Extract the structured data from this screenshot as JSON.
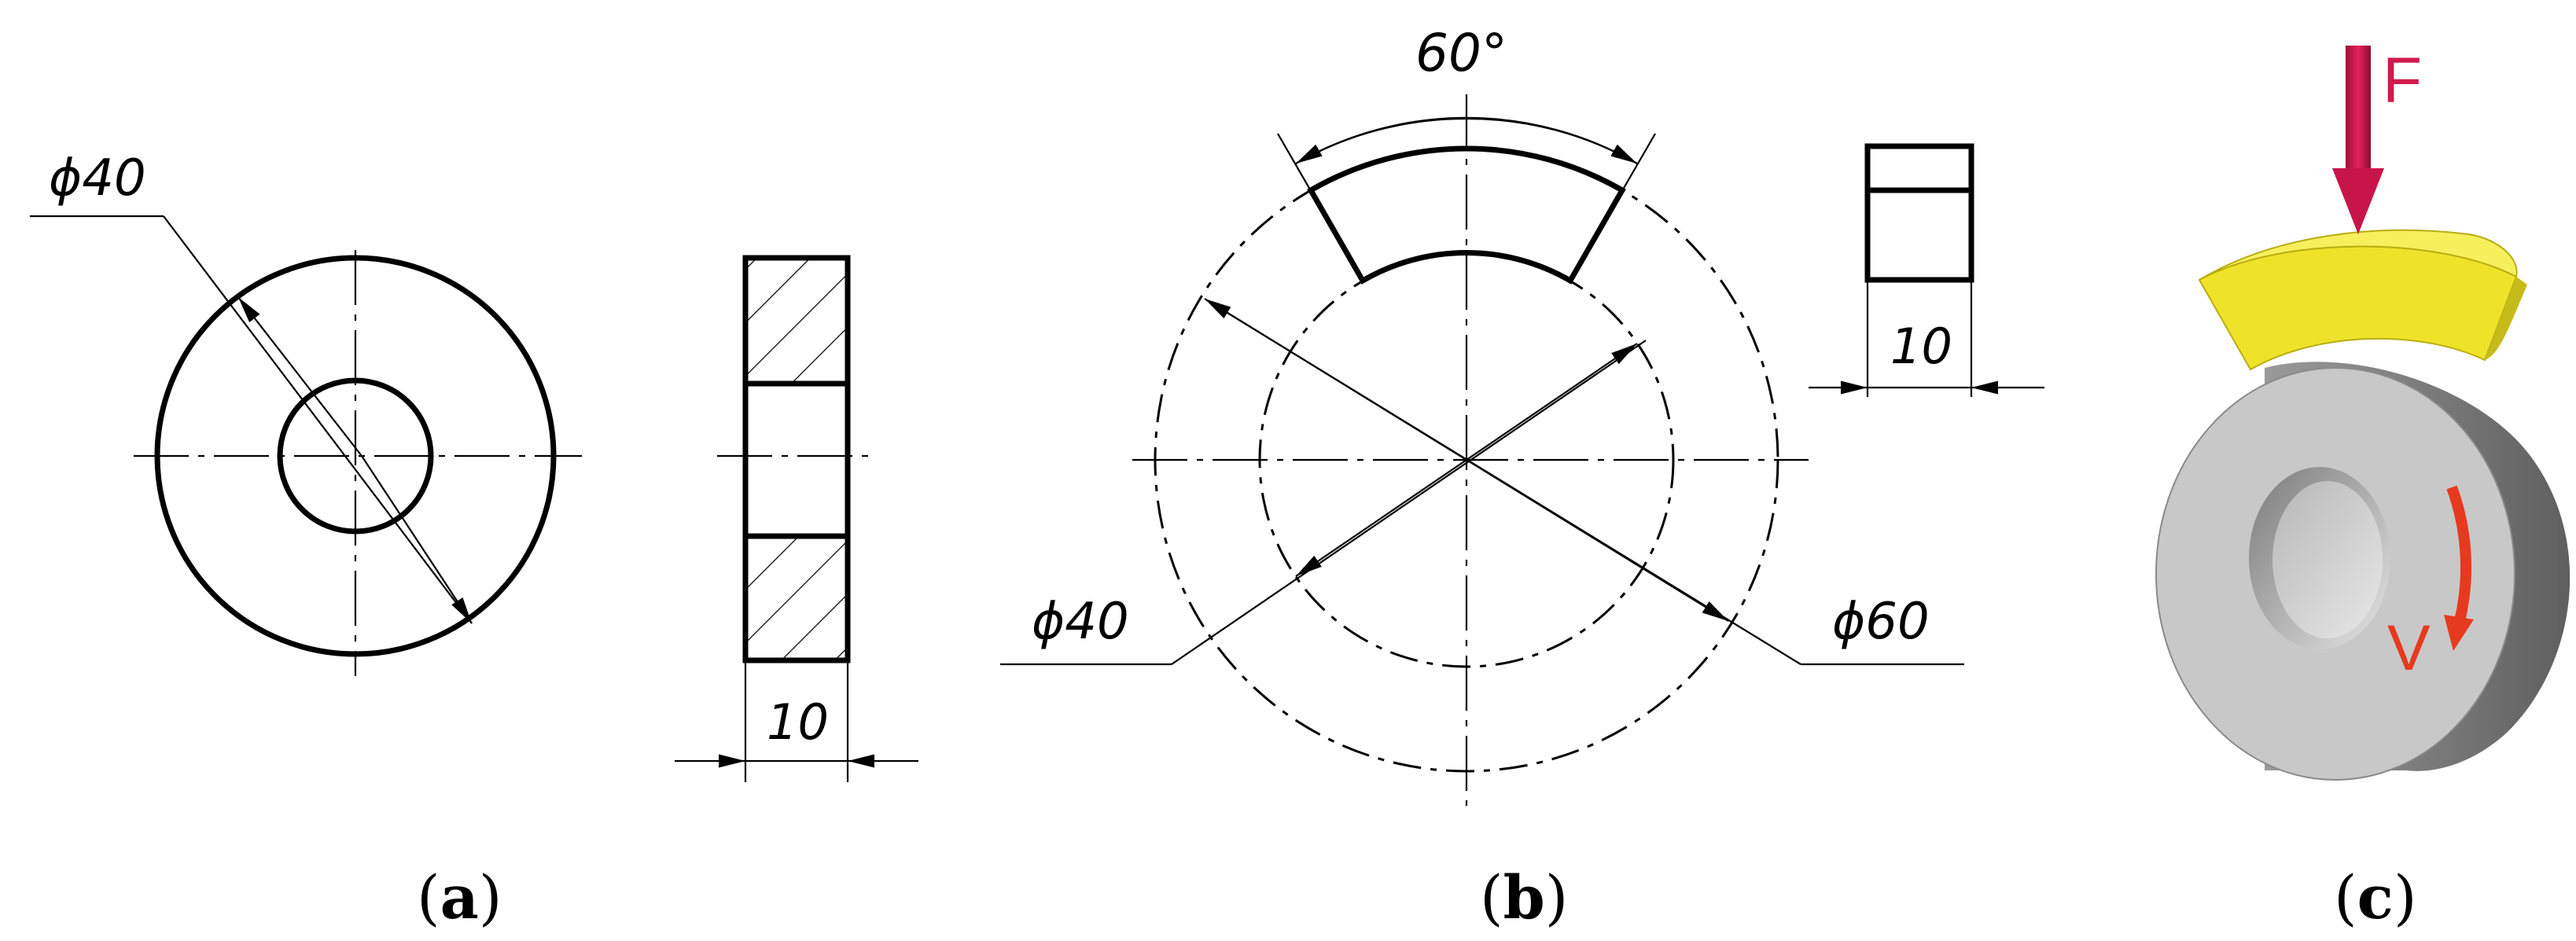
{
  "panel_a": {
    "caption_letter": "a",
    "diameter_label": "ϕ40",
    "width_label": "10"
  },
  "panel_b": {
    "caption_letter": "b",
    "angle_label": "60°",
    "inner_diameter_label": "ϕ40",
    "outer_diameter_label": "ϕ60",
    "width_label": "10"
  },
  "panel_c": {
    "caption_letter": "c",
    "force_label": "F",
    "velocity_label": "V",
    "colors": {
      "force_arrow": "#d11a4f",
      "velocity_arrow": "#e63a1e",
      "pad": "#f2e526",
      "disk": "#c8c8c8"
    }
  }
}
